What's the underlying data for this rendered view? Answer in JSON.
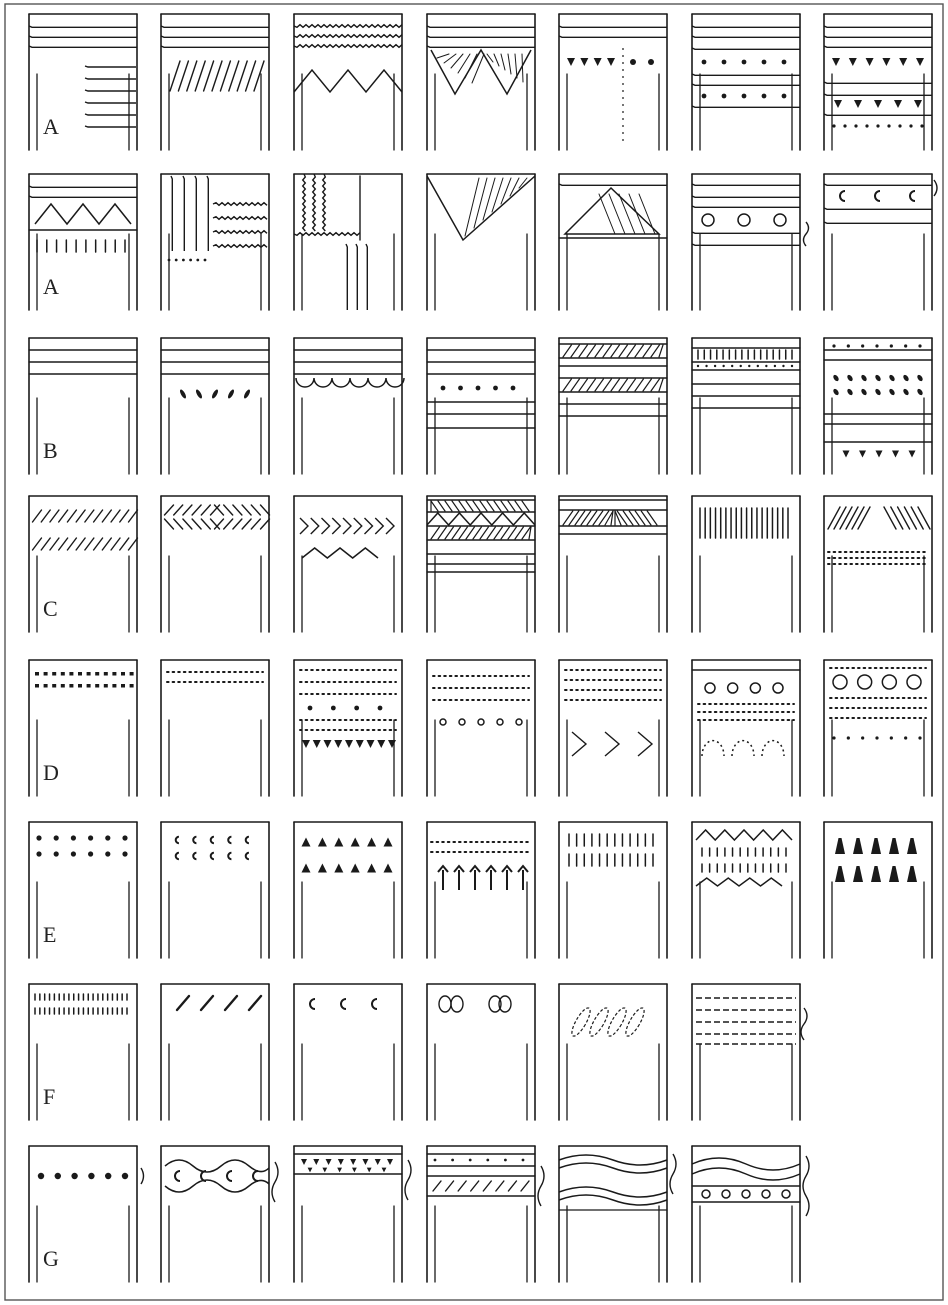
{
  "figure": {
    "rows": [
      {
        "label": "A",
        "motifs": [
          "stepped-horizontal-lines",
          "diagonal-dashes-under-bands",
          "zigzag-under-bands",
          "hatched-triangles",
          "triangles-and-dots-with-divider",
          "two-rows-of-dots-between-bands",
          "triangles-and-dot-rows"
        ]
      },
      {
        "label": "A",
        "motifs": [
          "zigzag-with-vertical-ticks",
          "vertical-and-horizontal-wavy-lines",
          "wavy-band-corner-verticals",
          "hatched-inverted-triangle",
          "hatched-triangle",
          "circle-row-in-band",
          "crescent-row-in-band"
        ]
      },
      {
        "label": "B",
        "motifs": [
          "plain-horizontal-bands",
          "lenticular-dots-row",
          "scallops-under-bands",
          "dot-row-in-bands",
          "hatched-bands",
          "vertical-tick-bands",
          "mixed-dot-rows"
        ]
      },
      {
        "label": "C",
        "motifs": [
          "two-rows-of-slashes",
          "chevron-row",
          "chevrons-and-zigzag",
          "hatched-triangle-band",
          "hatched-band",
          "vertical-hatching",
          "hatched-blocks-and-stipple"
        ]
      },
      {
        "label": "D",
        "motifs": [
          "two-rows-of-squares",
          "two-dotted-lines",
          "dotted-lines-dots-triangles",
          "dotted-lines-and-circles",
          "dotted-lines-and-chevrons",
          "circles-dotted-lines-arches",
          "circles-and-dotted-lines"
        ]
      },
      {
        "label": "E",
        "motifs": [
          "two-rows-of-dots",
          "two-rows-of-crescents",
          "two-rows-of-triangles",
          "dotted-line-and-hooked-strokes",
          "two-rows-of-vertical-strokes",
          "inverted-v-and-strokes",
          "two-rows-of-pendants"
        ]
      },
      {
        "label": "F",
        "motifs": [
          "two-rows-of-fine-ticks",
          "oblique-wedges",
          "three-crescents",
          "paired-ovals",
          "hatched-ovals",
          "dashed-lines"
        ]
      },
      {
        "label": "G",
        "motifs": [
          "dot-row",
          "circles-on-wavy-band",
          "triangle-band",
          "slashed-band",
          "double-wavy-bands",
          "wavy-band-and-circles"
        ]
      }
    ]
  }
}
